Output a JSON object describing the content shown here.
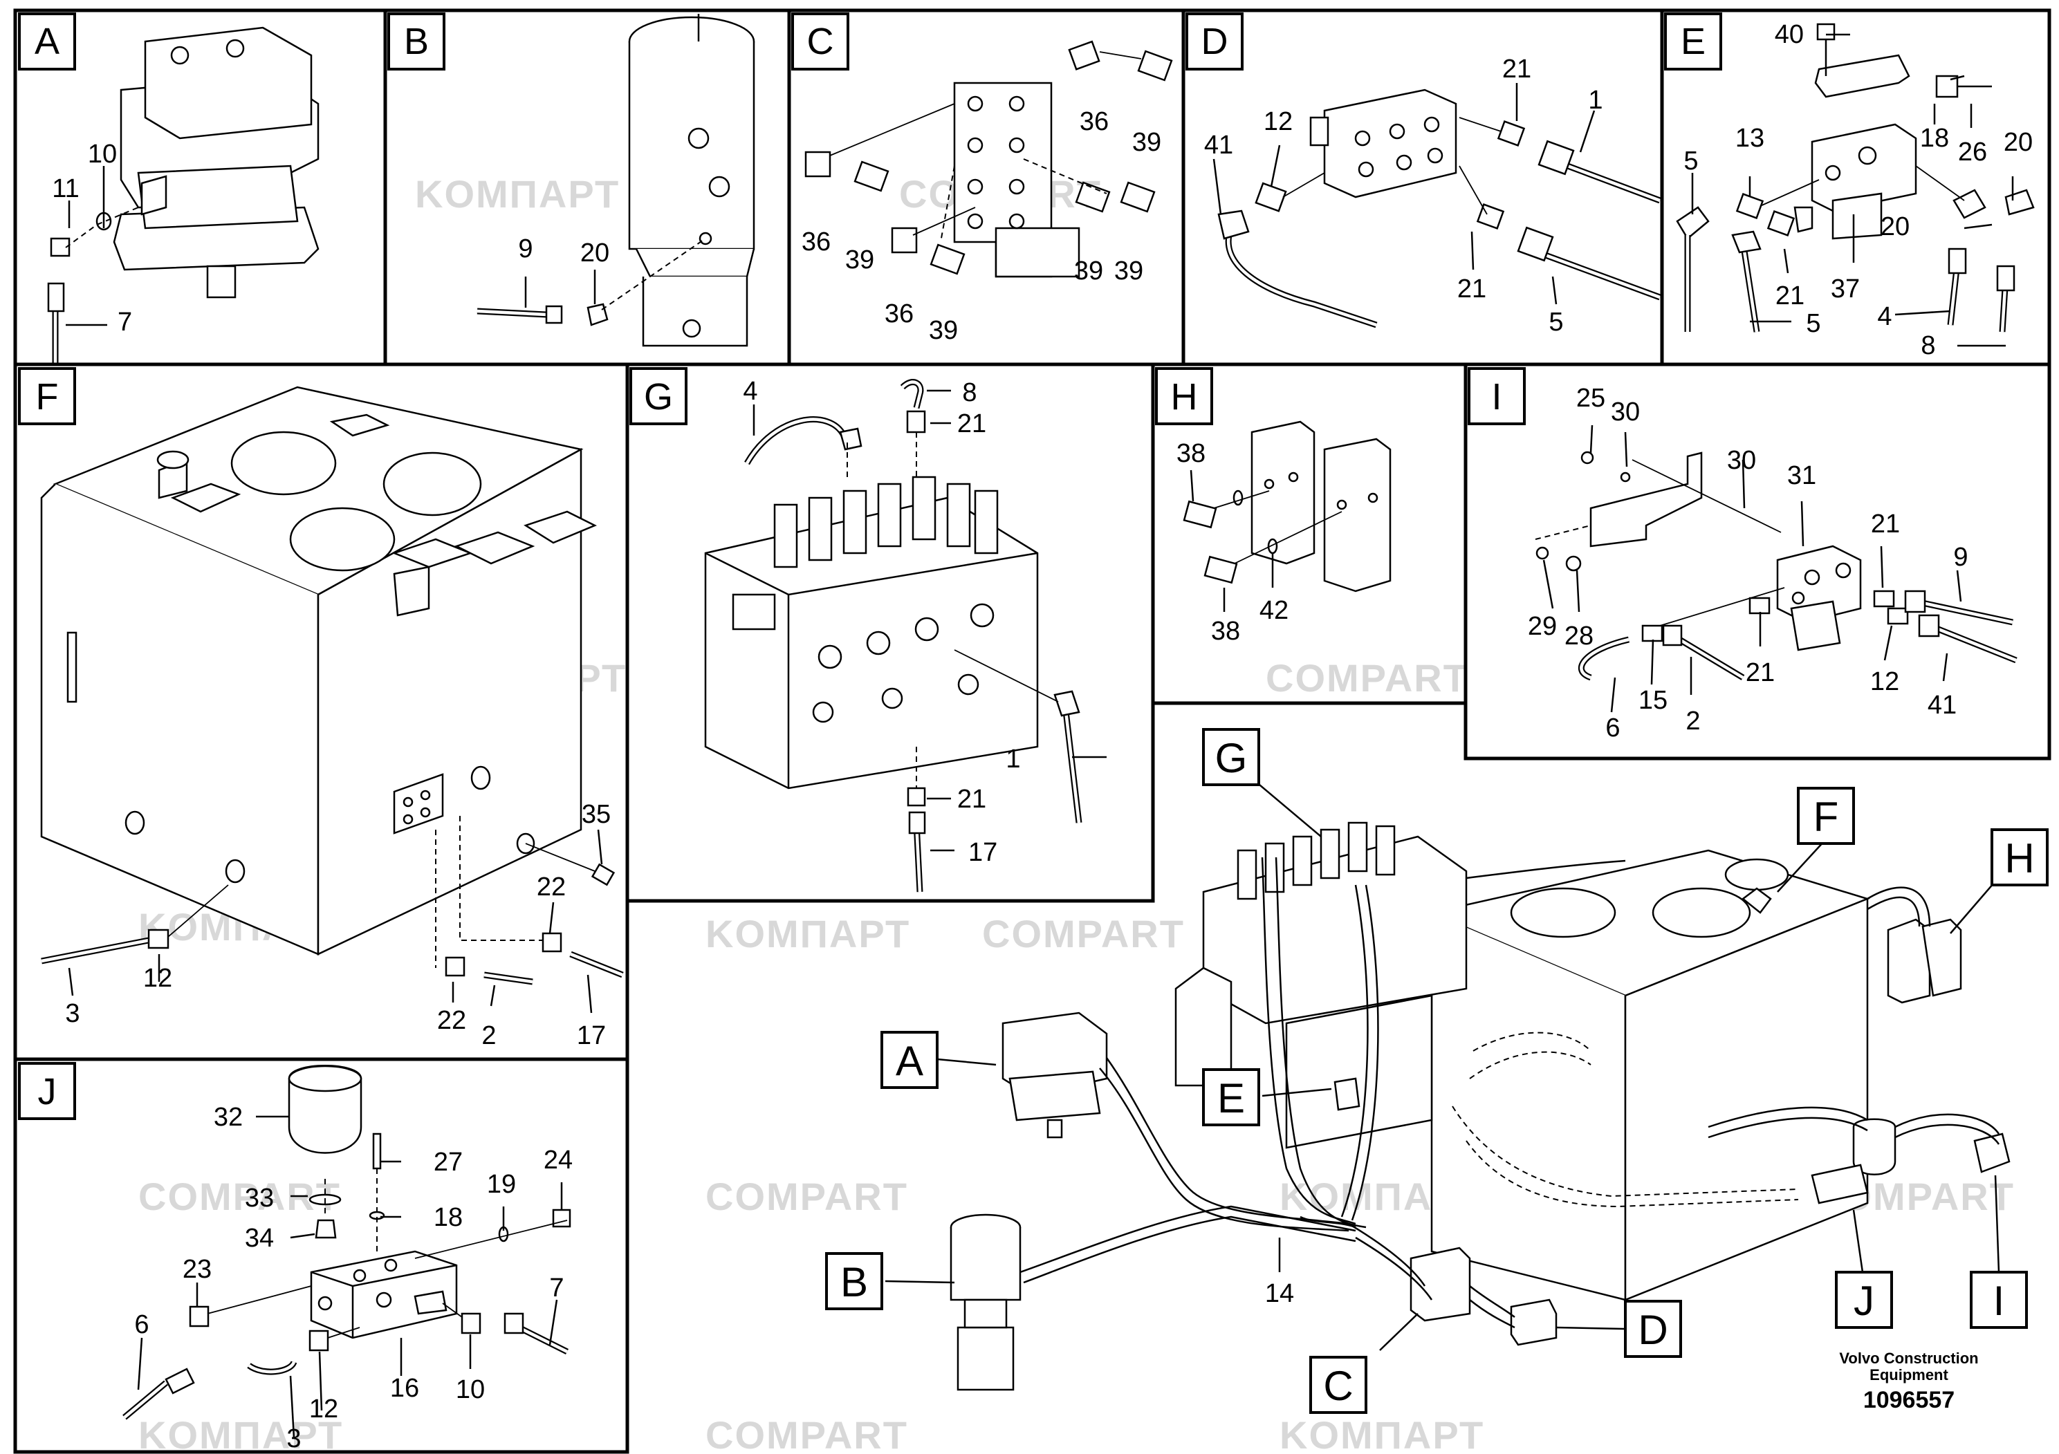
{
  "watermarks": [
    "KOMПАРТ",
    "COMPART"
  ],
  "caption": {
    "line1": "Volvo Construction",
    "line2": "Equipment",
    "number": "1096557"
  },
  "panels": {
    "A": {
      "letter": "A",
      "labels": [
        "11",
        "10",
        "7"
      ]
    },
    "B": {
      "letter": "B",
      "labels": [
        "9",
        "20"
      ]
    },
    "C": {
      "letter": "C",
      "labels": [
        "36",
        "39",
        "36",
        "39",
        "39",
        "39",
        "36",
        "39"
      ]
    },
    "D": {
      "letter": "D",
      "labels": [
        "21",
        "1",
        "12",
        "41",
        "21",
        "5"
      ]
    },
    "E": {
      "letter": "E",
      "labels": [
        "40",
        "18",
        "26",
        "5",
        "13",
        "20",
        "20",
        "21",
        "37",
        "5",
        "4",
        "8"
      ]
    },
    "F": {
      "letter": "F",
      "labels": [
        "35",
        "22",
        "12",
        "3",
        "22",
        "2",
        "17"
      ]
    },
    "G": {
      "letter": "G",
      "labels": [
        "4",
        "8",
        "21",
        "1",
        "21",
        "17"
      ]
    },
    "H": {
      "letter": "H",
      "labels": [
        "38",
        "38",
        "42"
      ]
    },
    "I": {
      "letter": "I",
      "labels": [
        "25",
        "30",
        "30",
        "31",
        "21",
        "9",
        "29",
        "28",
        "21",
        "12",
        "15",
        "2",
        "6",
        "41"
      ]
    },
    "J": {
      "letter": "J",
      "labels": [
        "32",
        "27",
        "33",
        "18",
        "19",
        "24",
        "34",
        "23",
        "7",
        "6",
        "12",
        "16",
        "10",
        "3"
      ]
    }
  },
  "overview": {
    "callouts": [
      "G",
      "F",
      "H",
      "A",
      "E",
      "B",
      "J",
      "I",
      "D",
      "C"
    ],
    "labels": [
      "14"
    ]
  }
}
